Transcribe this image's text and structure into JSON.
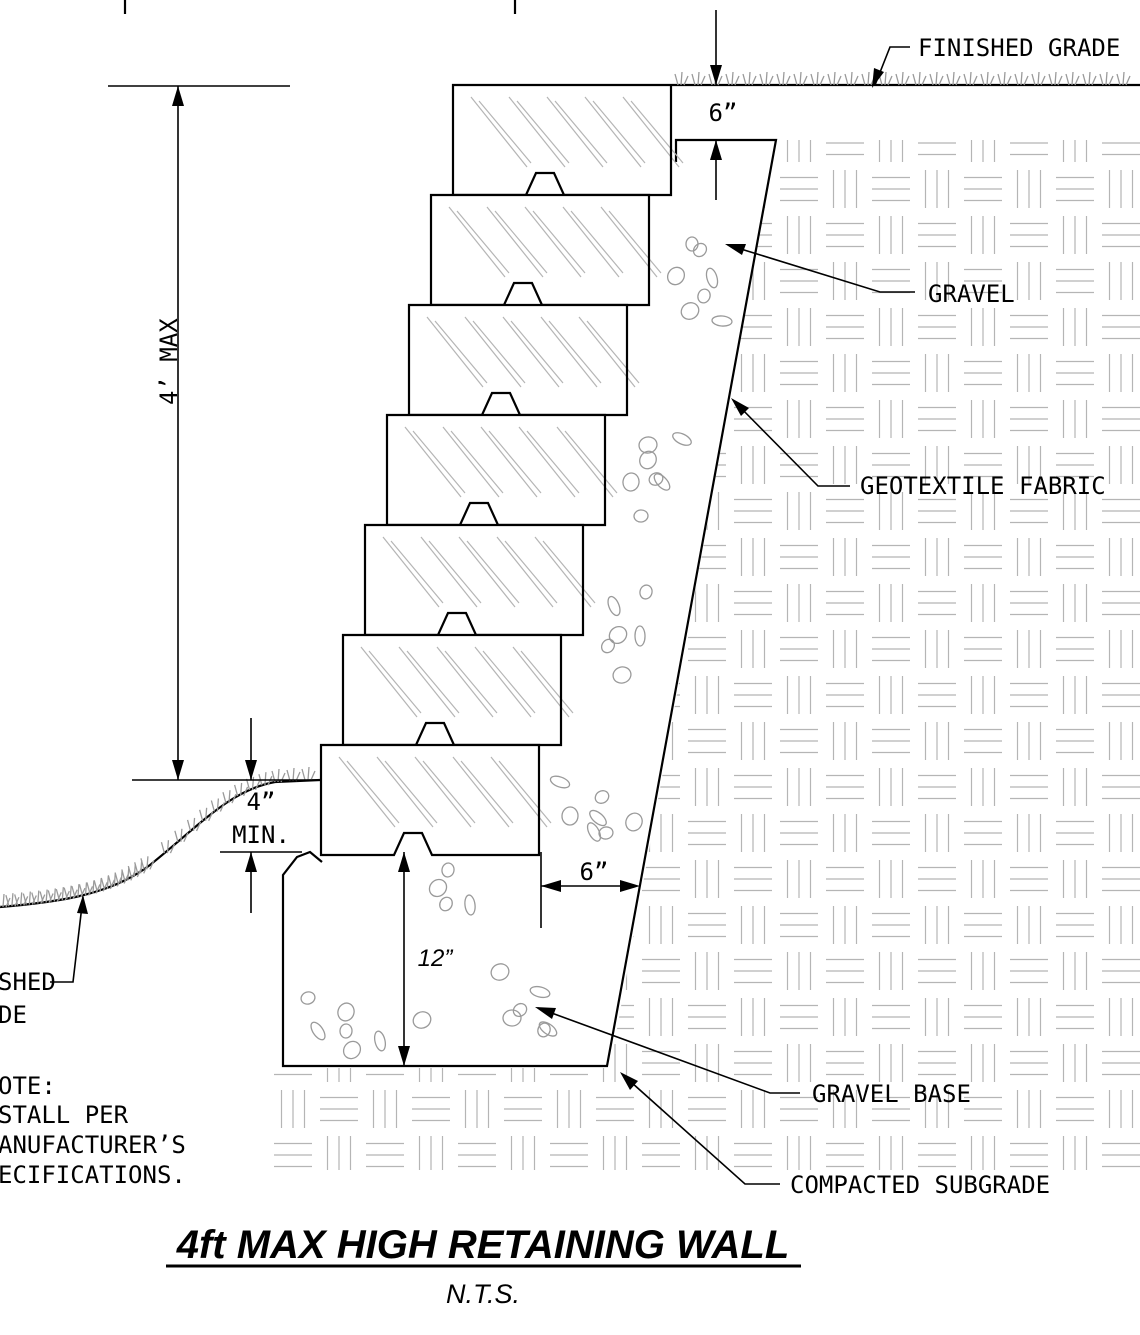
{
  "drawing": {
    "title": "4ft MAX HIGH RETAINING WALL",
    "scale_note": "N.T.S.",
    "callouts": {
      "finished_grade_top": "FINISHED GRADE",
      "gravel": "GRAVEL",
      "geotextile": "GEOTEXTILE FABRIC",
      "gravel_base": "GRAVEL BASE",
      "compacted_subgrade": "COMPACTED SUBGRADE",
      "finished_grade_low_1": "SHED",
      "finished_grade_low_2": "DE"
    },
    "dimensions": {
      "wall_height": "4’ MAX",
      "top_offset": "6”",
      "embed_1": "4”",
      "embed_2": "MIN.",
      "gravel_width": "6”",
      "base_depth": "12”"
    },
    "note": {
      "line1": "OTE:",
      "line2": "STALL  PER",
      "line3": "ANUFACTURER’S",
      "line4": "ECIFICATIONS."
    },
    "colors": {
      "linework": "#000000",
      "hatch": "#9a9a9a",
      "background": "#ffffff"
    },
    "block_count": 7
  }
}
